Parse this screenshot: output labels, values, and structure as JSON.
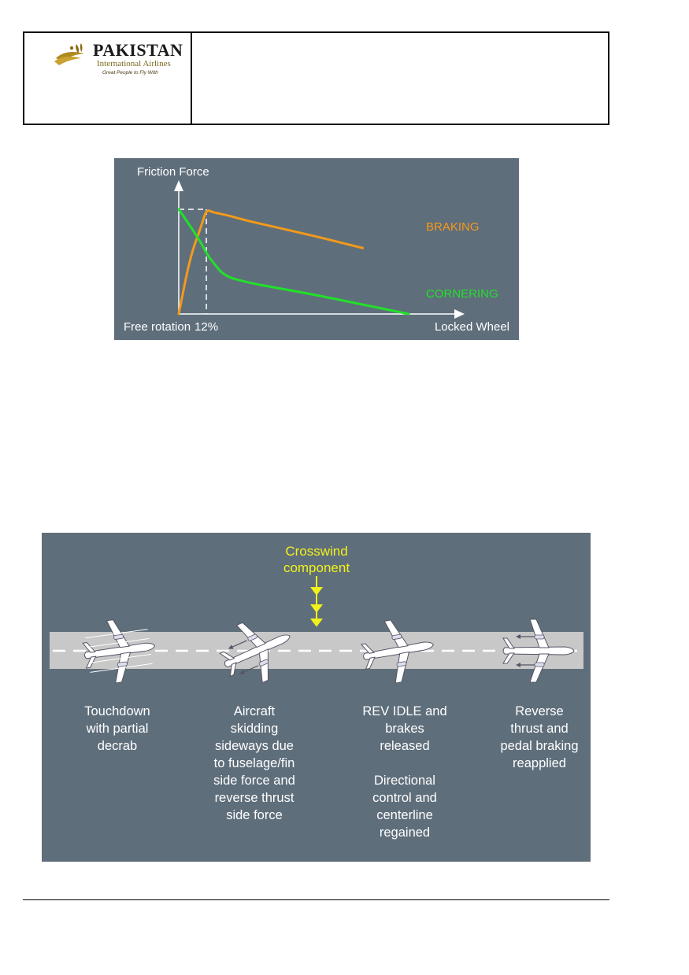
{
  "header": {
    "logo": {
      "brand": "PAKISTAN",
      "subtitle": "International Airlines",
      "tagline": "Great People to Fly With",
      "colors": {
        "gold": "#b08a1e",
        "text": "#1a1a1a"
      }
    }
  },
  "figure1": {
    "chart_data": {
      "type": "line",
      "ylabel": "Friction Force",
      "x_tick_labels": [
        "Free rotation",
        "12%",
        "Locked Wheel"
      ],
      "x": [
        0,
        5,
        10,
        12,
        15,
        20,
        30,
        40,
        60,
        80,
        100
      ],
      "series": [
        {
          "name": "BRAKING",
          "color": "#f39a1a",
          "values": [
            0,
            55,
            85,
            100,
            97,
            95,
            89,
            84,
            74,
            63,
            null
          ]
        },
        {
          "name": "CORNERING",
          "color": "#22e02a",
          "values": [
            100,
            84,
            67,
            58,
            49,
            36,
            30,
            26,
            18,
            9,
            0
          ]
        }
      ],
      "peak_marker": {
        "x": 12,
        "y": 100
      },
      "xlim": [
        0,
        100
      ],
      "ylim": [
        0,
        100
      ],
      "grid": false,
      "background": "#5f6e7b"
    }
  },
  "figure2": {
    "crosswind_label": "Crosswind\ncomponent",
    "stages": [
      {
        "caption": "Touchdown\nwith partial\ndecrab"
      },
      {
        "caption": "Aircraft\nskidding\nsideways due\nto fuselage/fin\nside force and\nreverse thrust\nside force"
      },
      {
        "caption": "REV IDLE and\nbrakes\nreleased\n\nDirectional\ncontrol and\ncenterline\nregained"
      },
      {
        "caption": "Reverse\nthrust and\npedal braking\nreapplied"
      }
    ],
    "colors": {
      "background": "#5f6e7b",
      "runway": "#c8c8c8",
      "wind": "#f2f21a",
      "aircraft": "#ffffff"
    }
  }
}
